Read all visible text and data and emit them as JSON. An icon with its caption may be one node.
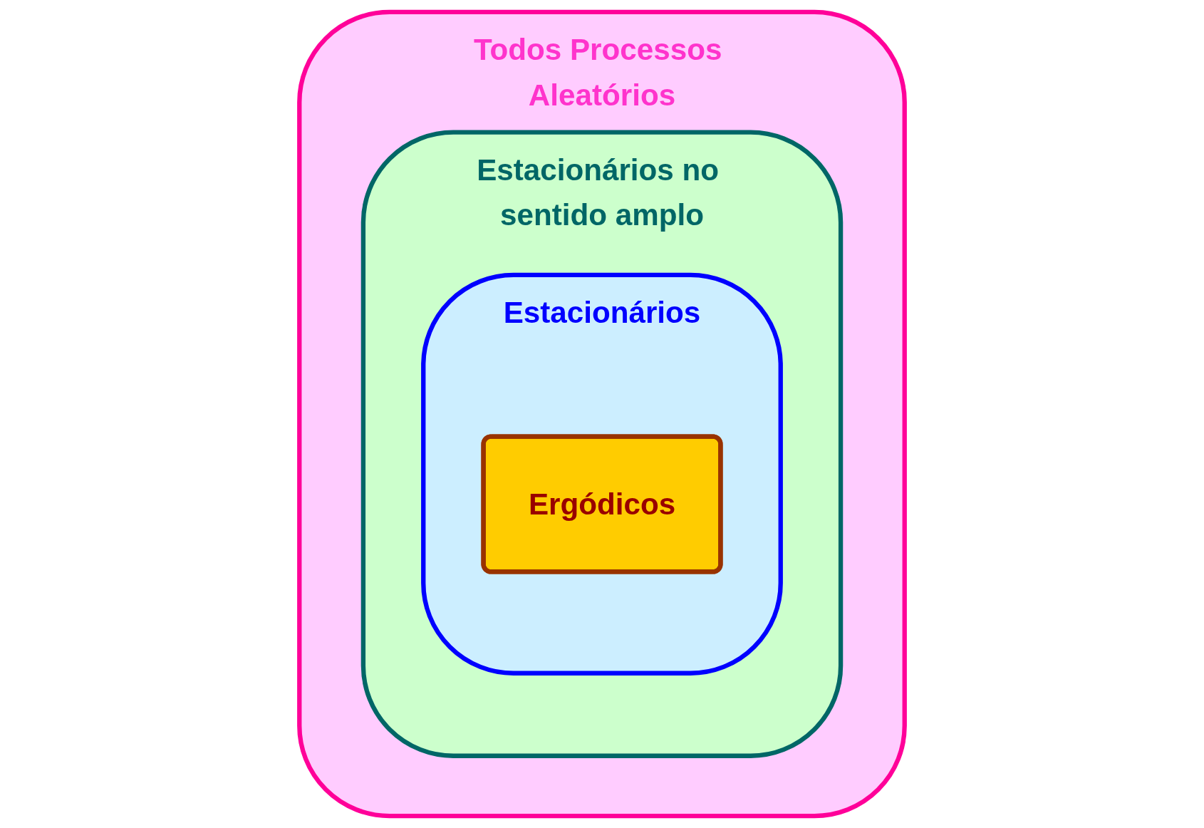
{
  "diagram": {
    "nodes": [
      {
        "text": [
          "Todos Processos Aleatórios"
        ]
      },
      {
        "text": [
          "Estacionários no sentido amplo"
        ],
        "in": 0
      },
      {
        "text": [
          "Estacionários"
        ],
        "in": 1
      },
      {
        "text": [
          "Ergódicos"
        ],
        "in": 2
      }
    ]
  }
}
